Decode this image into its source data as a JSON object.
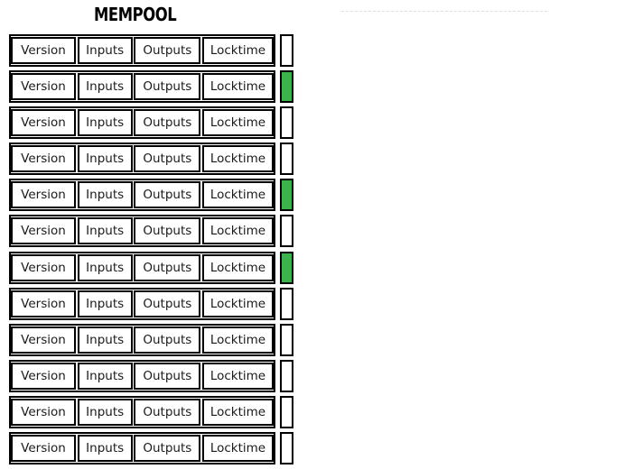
{
  "title": "MEMPOOL",
  "cell_labels": [
    "Version",
    "Inputs",
    "Outputs",
    "Locktime"
  ],
  "colors": {
    "indicator_green": "#3cb44b",
    "indicator_white": "#ffffff",
    "box_border": "#000000",
    "dashed_line": "#e0e0e0"
  },
  "transactions": [
    {
      "indicator": "white"
    },
    {
      "indicator": "green"
    },
    {
      "indicator": "white"
    },
    {
      "indicator": "white"
    },
    {
      "indicator": "green"
    },
    {
      "indicator": "white"
    },
    {
      "indicator": "green"
    },
    {
      "indicator": "white"
    },
    {
      "indicator": "white"
    },
    {
      "indicator": "white"
    },
    {
      "indicator": "white"
    },
    {
      "indicator": "white"
    }
  ]
}
